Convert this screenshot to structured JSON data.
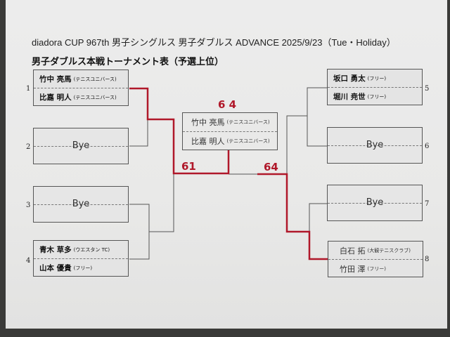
{
  "header": {
    "title": "diadora CUP 967th 男子シングルス 男子ダブルス ADVANCE 2025/9/23（Tue・Holiday）",
    "subtitle": "男子ダブルス本戦トーナメント表（予選上位）"
  },
  "draw": [
    {
      "seed": "1",
      "players": [
        {
          "name": "竹中 亮馬",
          "club": "(テニスユニバース)"
        },
        {
          "name": "比嘉 明人",
          "club": "(テニスユニバース)"
        }
      ]
    },
    {
      "seed": "2",
      "bye": "Bye"
    },
    {
      "seed": "3",
      "bye": "Bye"
    },
    {
      "seed": "4",
      "players": [
        {
          "name": "青木 草多",
          "club": "(ウエスタン TC)"
        },
        {
          "name": "山本 優貴",
          "club": "(フリー)"
        }
      ]
    },
    {
      "seed": "5",
      "players": [
        {
          "name": "坂口 勇太",
          "club": "(フリー)"
        },
        {
          "name": "堀川 尭世",
          "club": "(フリー)"
        }
      ]
    },
    {
      "seed": "6",
      "bye": "Bye"
    },
    {
      "seed": "7",
      "bye": "Bye"
    },
    {
      "seed": "8",
      "players": [
        {
          "name": "白石 拓",
          "club": "(大観テニスクラブ)"
        },
        {
          "name": "竹田 澤",
          "club": "(フリー)"
        }
      ]
    }
  ],
  "winner": {
    "players": [
      {
        "name": "竹中 亮馬",
        "club": "(テニスユニバース)"
      },
      {
        "name": "比嘉 明人",
        "club": "(テニスユニバース)"
      }
    ]
  },
  "scores": {
    "final": "6 4",
    "left_semi": "61",
    "right_semi": "64"
  },
  "colors": {
    "result_line": "#b0182a",
    "bracket_line": "#555555"
  }
}
